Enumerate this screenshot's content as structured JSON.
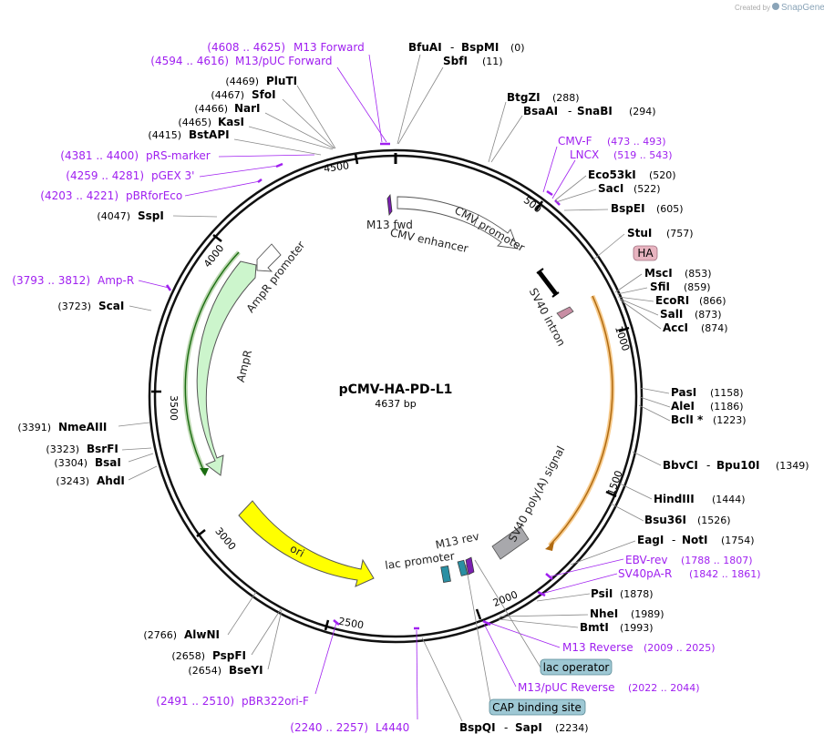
{
  "credit": {
    "created_by": "Created by",
    "brand": "SnapGene"
  },
  "plasmid": {
    "name": "pCMV-HA-PD-L1",
    "length": "4637 bp"
  },
  "ticks": [
    "500",
    "1000",
    "1500",
    "2000",
    "2500",
    "3000",
    "3500",
    "4000",
    "4500"
  ],
  "sites_left_top": [
    {
      "pos": "(4608 .. 4625)",
      "name": "M13 Forward",
      "primer": true
    },
    {
      "pos": "(4594 .. 4616)",
      "name": "M13/pUC Forward",
      "primer": true
    },
    {
      "pos": "(4469)",
      "name": "PluTI"
    },
    {
      "pos": "(4467)",
      "name": "SfoI"
    },
    {
      "pos": "(4466)",
      "name": "NarI"
    },
    {
      "pos": "(4465)",
      "name": "KasI"
    },
    {
      "pos": "(4415)",
      "name": "BstAPI"
    },
    {
      "pos": "(4381 .. 4400)",
      "name": "pRS-marker",
      "primer": true
    },
    {
      "pos": "(4259 .. 4281)",
      "name": "pGEX 3'",
      "primer": true
    },
    {
      "pos": "(4203 .. 4221)",
      "name": "pBRforEco",
      "primer": true
    },
    {
      "pos": "(4047)",
      "name": "SspI"
    },
    {
      "pos": "(3793 .. 3812)",
      "name": "Amp-R",
      "primer": true
    },
    {
      "pos": "(3723)",
      "name": "ScaI"
    },
    {
      "pos": "(3391)",
      "name": "NmeAIII"
    },
    {
      "pos": "(3323)",
      "name": "BsrFI"
    },
    {
      "pos": "(3304)",
      "name": "BsaI"
    },
    {
      "pos": "(3243)",
      "name": "AhdI"
    },
    {
      "pos": "(2766)",
      "name": "AlwNI"
    },
    {
      "pos": "(2658)",
      "name": "PspFI"
    },
    {
      "pos": "(2654)",
      "name": "BseYI"
    },
    {
      "pos": "(2491 .. 2510)",
      "name": "pBR322ori-F",
      "primer": true
    },
    {
      "pos": "(2240 .. 2257)",
      "name": "L4440",
      "primer": true
    }
  ],
  "sites_right": [
    {
      "name": "BfuAI",
      "sep": "-",
      "name2": "BspMI",
      "pos": "(0)"
    },
    {
      "name": "SbfI",
      "pos": "(11)"
    },
    {
      "name": "BtgZI",
      "pos": "(288)"
    },
    {
      "name": "BsaAI",
      "sep": "-",
      "name2": "SnaBI",
      "pos": "(294)"
    },
    {
      "name": "CMV-F",
      "pos": "(473 .. 493)",
      "primer": true
    },
    {
      "name": "LNCX",
      "pos": "(519 .. 543)",
      "primer": true
    },
    {
      "name": "Eco53kI",
      "pos": "(520)"
    },
    {
      "name": "SacI",
      "pos": "(522)"
    },
    {
      "name": "BspEI",
      "pos": "(605)"
    },
    {
      "name": "StuI",
      "pos": "(757)"
    },
    {
      "name": "MscI",
      "pos": "(853)"
    },
    {
      "name": "SfiI",
      "pos": "(859)"
    },
    {
      "name": "EcoRI",
      "pos": "(866)"
    },
    {
      "name": "SalI",
      "pos": "(873)"
    },
    {
      "name": "AccI",
      "pos": "(874)"
    },
    {
      "name": "PasI",
      "pos": "(1158)"
    },
    {
      "name": "AleI",
      "pos": "(1186)"
    },
    {
      "name": "BclI *",
      "pos": "(1223)"
    },
    {
      "name": "BbvCI",
      "sep": "-",
      "name2": "Bpu10I",
      "pos": "(1349)"
    },
    {
      "name": "HindIII",
      "pos": "(1444)"
    },
    {
      "name": "Bsu36I",
      "pos": "(1526)"
    },
    {
      "name": "EagI",
      "sep": "-",
      "name2": "NotI",
      "pos": "(1754)"
    },
    {
      "name": "EBV-rev",
      "pos": "(1788 .. 1807)",
      "primer": true
    },
    {
      "name": "SV40pA-R",
      "pos": "(1842 .. 1861)",
      "primer": true
    },
    {
      "name": "PsiI",
      "pos": "(1878)"
    },
    {
      "name": "NheI",
      "pos": "(1989)"
    },
    {
      "name": "BmtI",
      "pos": "(1993)"
    },
    {
      "name": "M13 Reverse",
      "pos": "(2009 .. 2025)",
      "primer": true
    },
    {
      "name": "M13/pUC Reverse",
      "pos": "(2022 .. 2044)",
      "primer": true
    },
    {
      "name": "BspQI",
      "sep": "-",
      "name2": "SapI",
      "pos": "(2234)"
    }
  ],
  "boxed": {
    "ha": "HA",
    "lac_operator": "lac operator",
    "cap": "CAP binding site"
  },
  "features": {
    "m13fwd": "M13 fwd",
    "cmv_enh": "CMV enhancer",
    "cmv_prom": "CMV promoter",
    "sv40_intron": "SV40 intron",
    "ampr_prom": "AmpR promoter",
    "ampr": "AmpR",
    "ori": "ori",
    "sv40_polya": "SV40 poly(A) signal",
    "m13rev": "M13 rev",
    "lac_prom": "lac promoter"
  },
  "colors": {
    "primer": "#a020f0",
    "ampr_fill": "#ccf5cc",
    "ori_fill": "#ffff00",
    "orf": "#f0a030",
    "ha_box": "#e8b4c0",
    "lac_box": "#9ec8d4"
  }
}
